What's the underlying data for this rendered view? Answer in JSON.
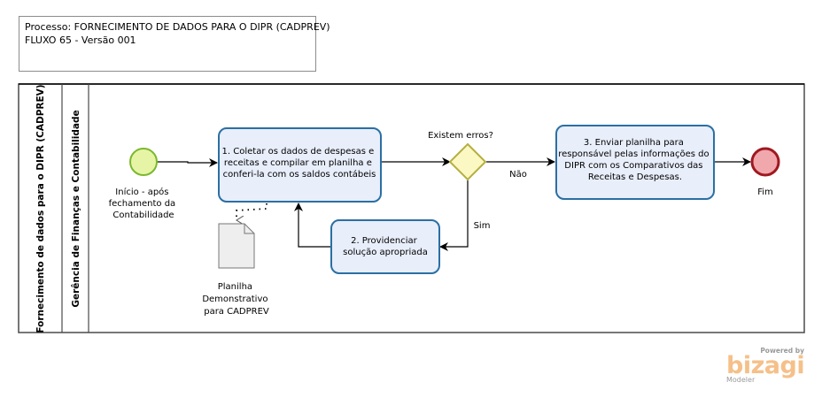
{
  "header": {
    "process_line": "Processo:  FORNECIMENTO DE DADOS PARA O DIPR (CADPREV)",
    "flow_line": "FLUXO 65 -  Versão 001"
  },
  "pool": {
    "label": "Fornecimento de dados para o DIPR (CADPREV)",
    "lane_label": "Gerência de Finanças e Contabilidade"
  },
  "events": {
    "start": {
      "label_lines": [
        "Início - após",
        "fechamento da",
        "Contabilidade"
      ],
      "fill": "#e6f5a5",
      "stroke": "#7cb82f"
    },
    "end": {
      "label": "Fim",
      "fill": "#f0a8ad",
      "stroke": "#a01820"
    }
  },
  "tasks": [
    {
      "id": "task-1",
      "lines": [
        "1. Coletar os dados de despesas e",
        "receitas e compilar em planilha e",
        "conferi-la com os saldos contábeis"
      ]
    },
    {
      "id": "task-2",
      "lines": [
        "2. Providenciar",
        "solução apropriada"
      ]
    },
    {
      "id": "task-3",
      "lines": [
        "3. Enviar planilha para",
        "responsável pelas informações do",
        "DIPR com os Comparativos das",
        "Receitas e Despesas."
      ]
    }
  ],
  "gateway": {
    "label": "Existem erros?",
    "yes_label": "Sim",
    "no_label": "Não",
    "fill": "#fbf8c4",
    "stroke": "#b4b040"
  },
  "artifact": {
    "label_lines": [
      "Planilha",
      "Demonstrativo",
      "para CADPREV"
    ]
  },
  "colors": {
    "task_fill": "#e8eefa",
    "task_stroke": "#2b6fa3"
  },
  "logo": {
    "powered": "Powered by",
    "brand": "bizagi",
    "product": "Modeler"
  }
}
